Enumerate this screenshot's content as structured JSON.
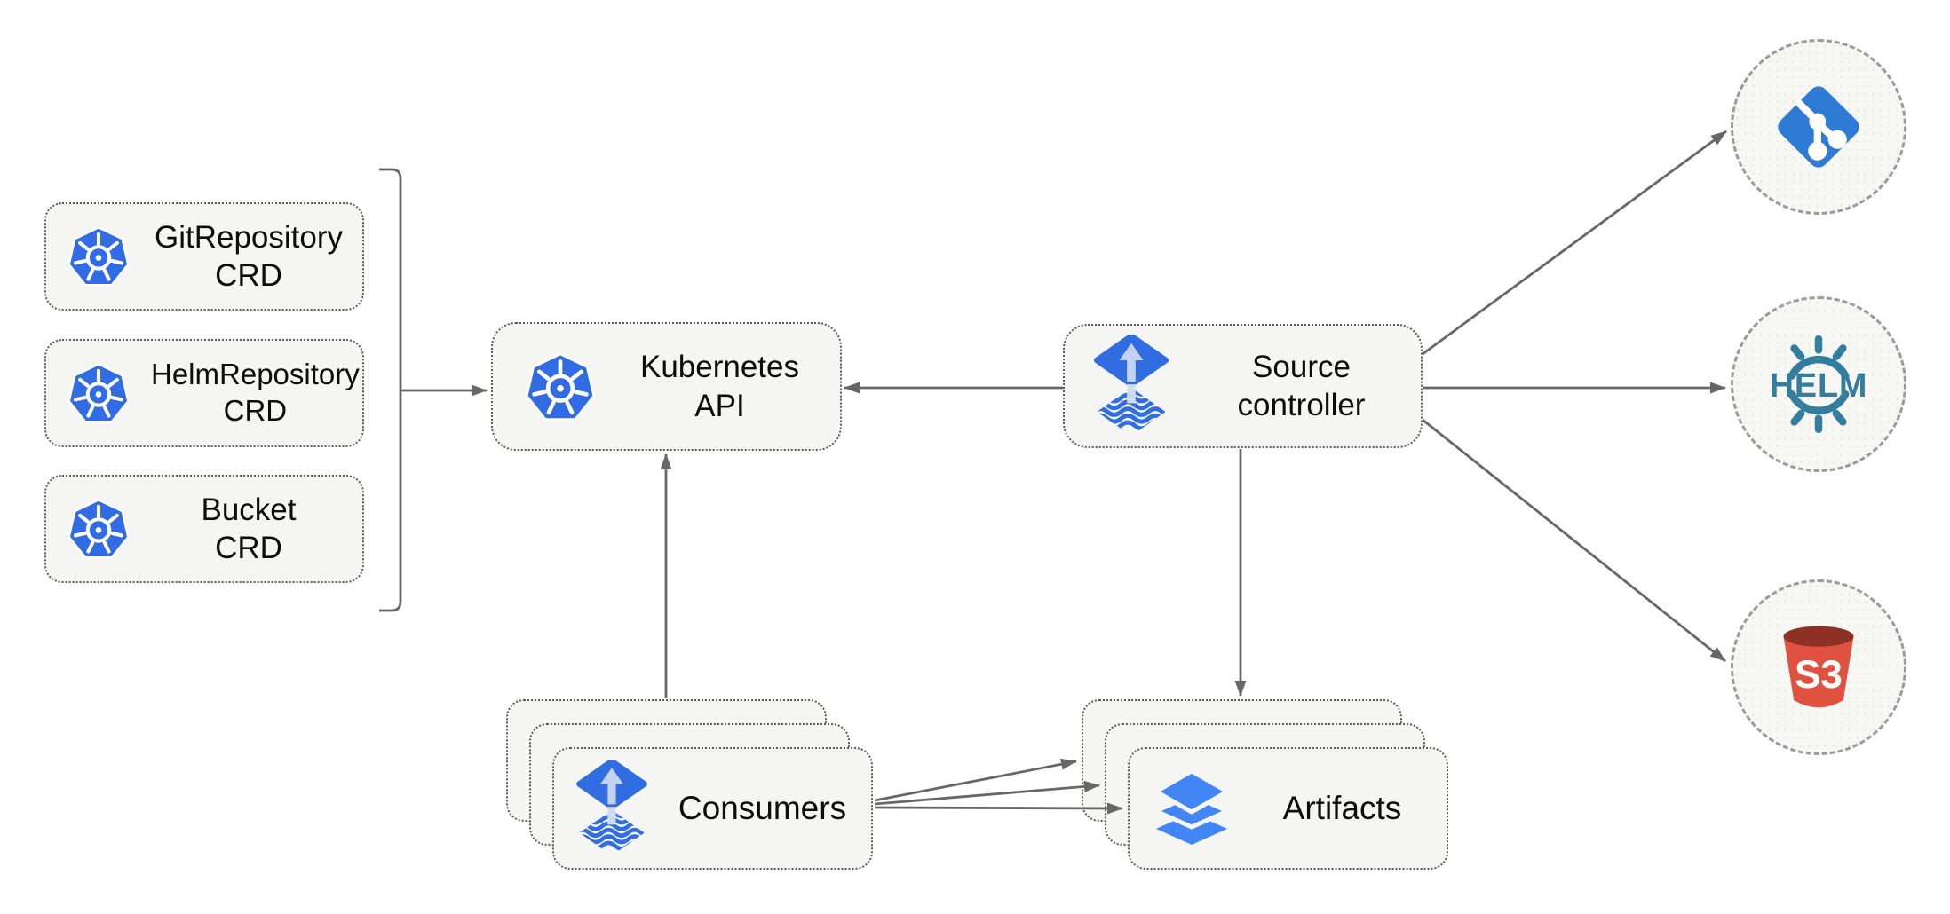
{
  "diagram_type": "architecture-diagram",
  "nodes": {
    "crds": [
      {
        "line1": "GitRepository",
        "line2": "CRD"
      },
      {
        "line1": "HelmRepository",
        "line2": "CRD"
      },
      {
        "line1": "Bucket",
        "line2": "CRD"
      }
    ],
    "kubernetes_api": {
      "label": "Kubernetes API"
    },
    "source_controller": {
      "line1": "Source",
      "line2": "controller"
    },
    "consumers": {
      "label": "Consumers"
    },
    "artifacts": {
      "label": "Artifacts"
    },
    "externals": {
      "git": {
        "label": ""
      },
      "helm": {
        "label": "HELM"
      },
      "s3": {
        "label": "S3"
      }
    }
  },
  "icons": {
    "kubernetes": "kubernetes-wheel-heptagon",
    "flux": "flux-diamond-up-arrow",
    "layers": "stacked-layers",
    "git": "git-branch-diamond",
    "helm": "helm-wheel-wordmark",
    "s3": "s3-bucket"
  },
  "colors": {
    "kubernetes_blue": "#326ce5",
    "flux_blue": "#2f6de0",
    "flux_arrow_light": "#c3d2f1",
    "git_blue": "#2e7bd6",
    "helm_teal": "#337d9e",
    "s3_red": "#df5240",
    "s3_dark_red": "#8c3123",
    "layers_blue": "#4285f4",
    "node_fill": "#f5f5f4",
    "node_border": "#5c5c5c",
    "circle_border": "#9b9b9b",
    "connector": "#676767",
    "text": "#0d0d0d"
  }
}
